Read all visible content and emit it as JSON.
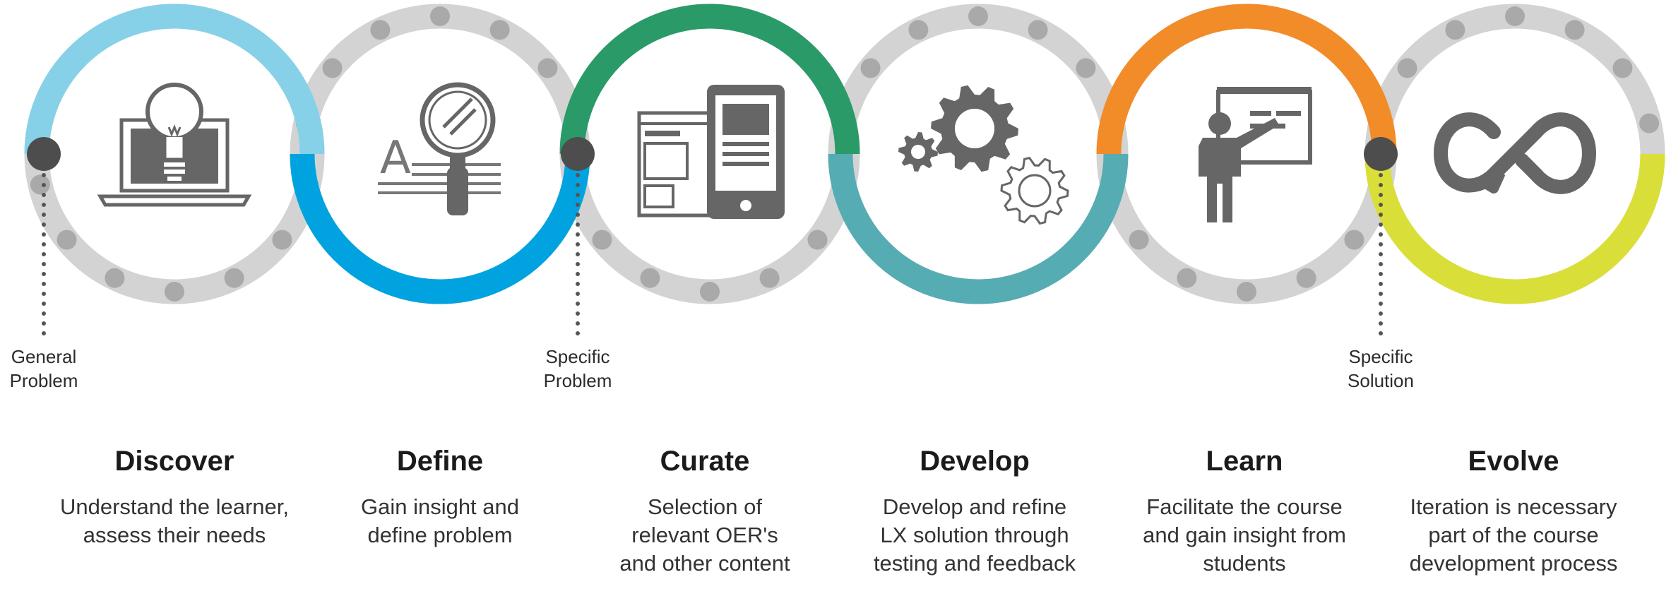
{
  "markers": [
    {
      "line1": "General",
      "line2": "Problem"
    },
    {
      "line1": "Specific",
      "line2": "Problem"
    },
    {
      "line1": "Specific",
      "line2": "Solution"
    }
  ],
  "stages": [
    {
      "title": "Discover",
      "desc1": "Understand the learner,",
      "desc2": "assess their needs",
      "desc3": "",
      "icon": "laptop-lightbulb-icon",
      "color": "#86d1e8"
    },
    {
      "title": "Define",
      "desc1": "Gain insight and",
      "desc2": "define problem",
      "desc3": "",
      "icon": "magnifier-text-icon",
      "color": "#00a3e0"
    },
    {
      "title": "Curate",
      "desc1": "Selection of",
      "desc2": "relevant OER's",
      "desc3": "and other content",
      "icon": "devices-icon",
      "color": "#2a9a68"
    },
    {
      "title": "Develop",
      "desc1": "Develop and refine",
      "desc2": "LX solution through",
      "desc3": "testing and feedback",
      "icon": "gears-icon",
      "color": "#56acb3"
    },
    {
      "title": "Learn",
      "desc1": "Facilitate the course",
      "desc2": "and gain insight from",
      "desc3": "students",
      "icon": "presenter-icon",
      "color": "#f28c28"
    },
    {
      "title": "Evolve",
      "desc1": "Iteration is necessary",
      "desc2": "part of the course",
      "desc3": "development process",
      "icon": "infinity-loop-icon",
      "color": "#d9df38"
    }
  ]
}
